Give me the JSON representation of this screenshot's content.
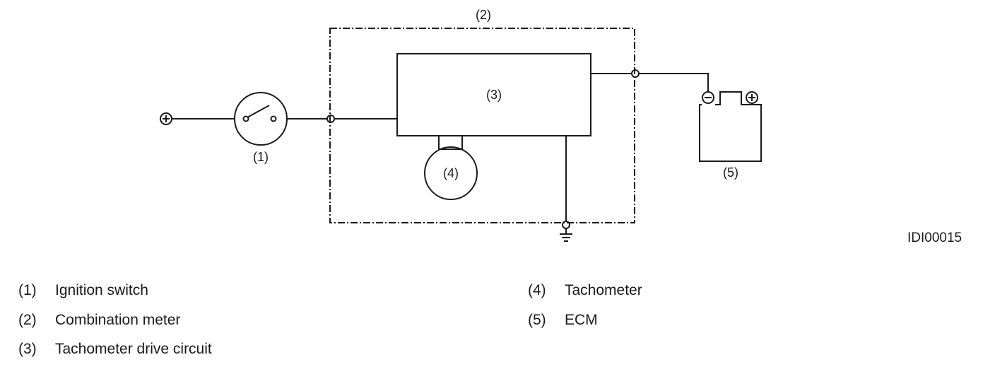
{
  "diagram": {
    "labels": {
      "combination_meter": "(2)",
      "drive_circuit": "(3)",
      "ignition_switch": "(1)",
      "tachometer": "(4)",
      "ecm": "(5)"
    },
    "figure_id": "IDI00015"
  },
  "legend": [
    {
      "num": "(1)",
      "text": "Ignition switch"
    },
    {
      "num": "(2)",
      "text": "Combination meter"
    },
    {
      "num": "(3)",
      "text": "Tachometer drive circuit"
    },
    {
      "num": "(4)",
      "text": "Tachometer"
    },
    {
      "num": "(5)",
      "text": "ECM"
    }
  ]
}
